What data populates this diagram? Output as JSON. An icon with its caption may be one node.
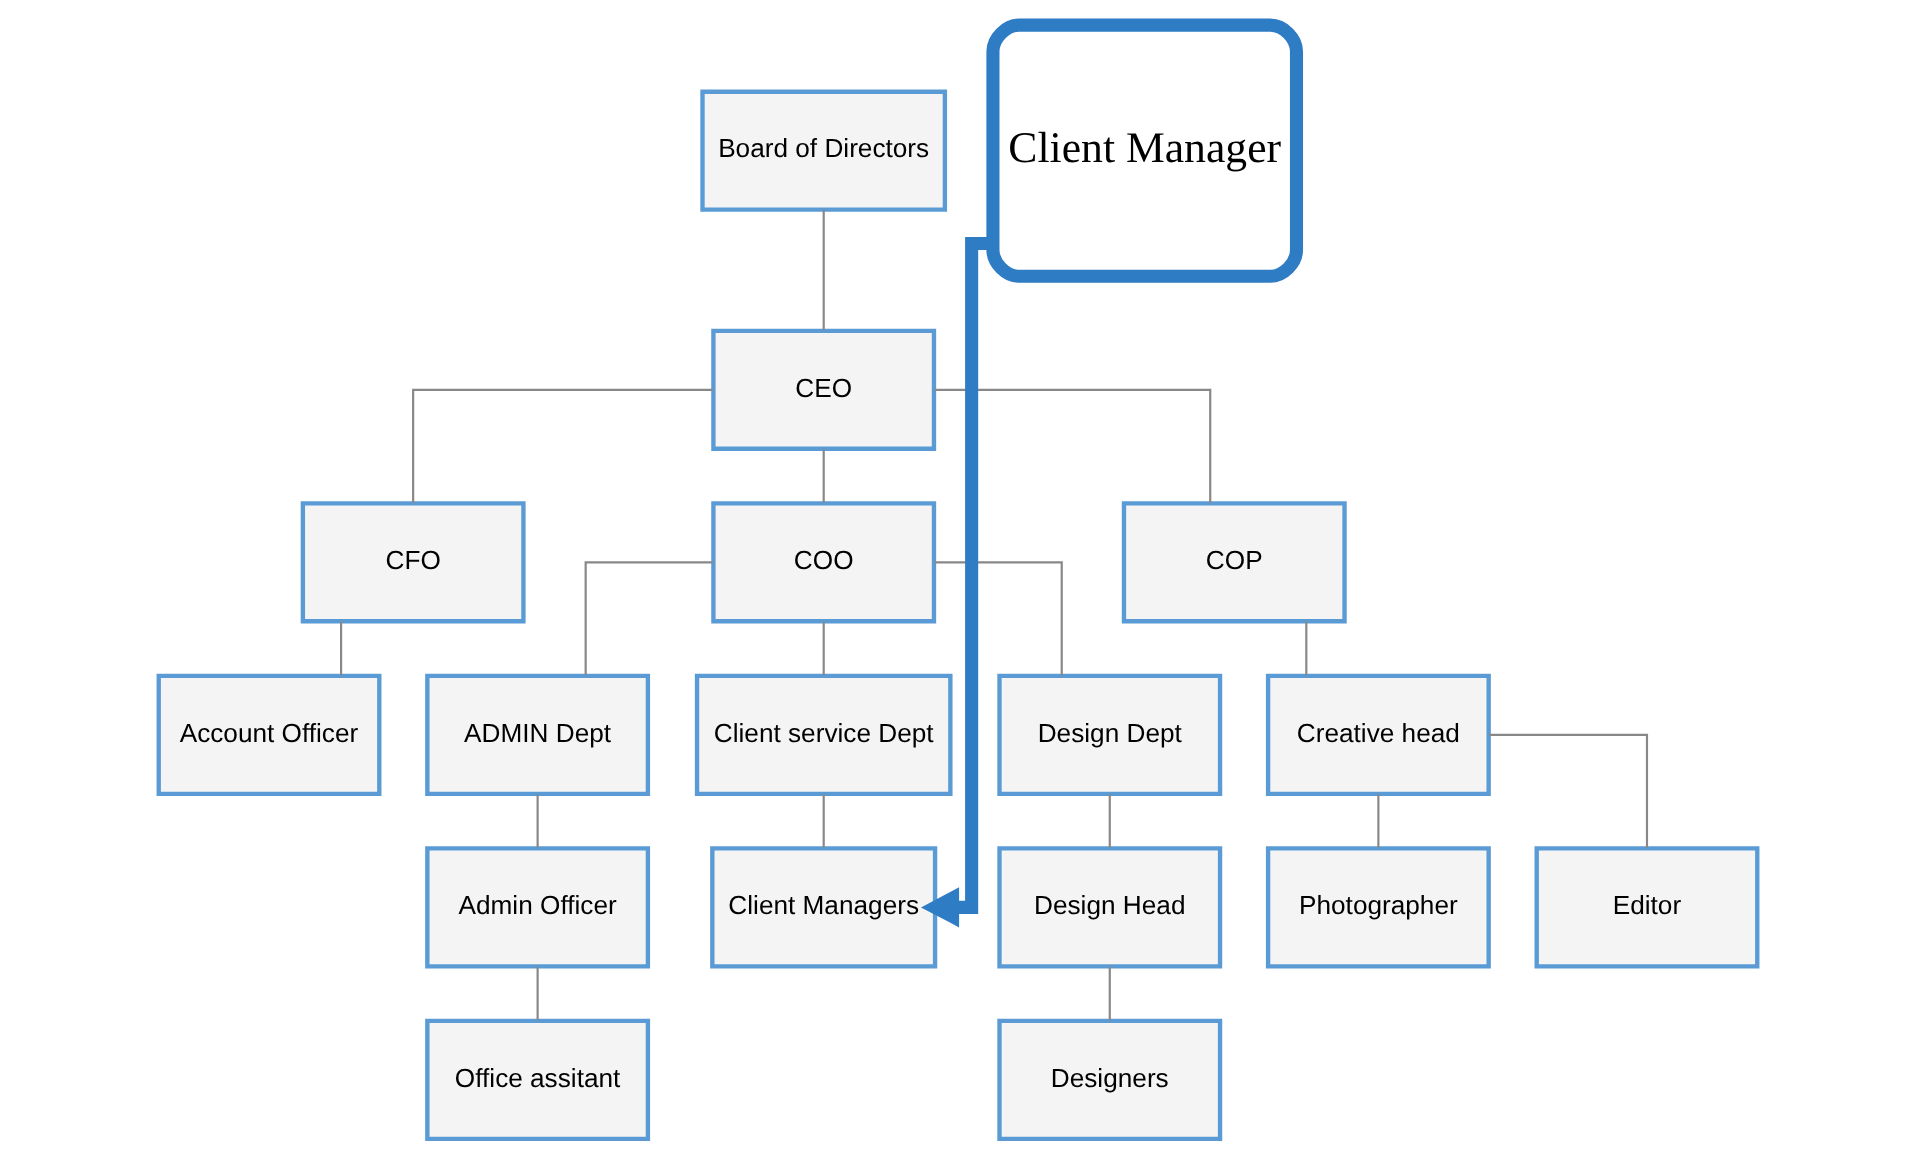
{
  "diagram": {
    "nodes": [
      {
        "text": [
          "Board of Directors"
        ]
      },
      {
        "text": [
          "CEO"
        ]
      },
      {
        "text": [
          "CFO"
        ]
      },
      {
        "text": [
          "COO"
        ]
      },
      {
        "text": [
          "COP"
        ]
      },
      {
        "text": [
          "Account Officer"
        ]
      },
      {
        "text": [
          "ADMIN Dept"
        ]
      },
      {
        "text": [
          "Client service Dept"
        ]
      },
      {
        "text": [
          "Design Dept"
        ]
      },
      {
        "text": [
          "Creative head"
        ]
      },
      {
        "text": [
          "Admin Officer"
        ]
      },
      {
        "text": [
          "Client Managers"
        ]
      },
      {
        "text": [
          "Design Head"
        ]
      },
      {
        "text": [
          "Photographer"
        ]
      },
      {
        "text": [
          "Editor"
        ]
      },
      {
        "text": [
          "Office assitant"
        ]
      },
      {
        "text": [
          "Designers"
        ]
      },
      {
        "text": [
          "Client Manager"
        ]
      }
    ],
    "edges": [
      {
        "from": 0,
        "to": 1,
        "arrow": "none"
      },
      {
        "from": 1,
        "to": 2,
        "arrow": "none"
      },
      {
        "from": 1,
        "to": 3,
        "arrow": "none"
      },
      {
        "from": 1,
        "to": 4,
        "arrow": "none"
      },
      {
        "from": 2,
        "to": 5,
        "arrow": "none"
      },
      {
        "from": 3,
        "to": 6,
        "arrow": "none"
      },
      {
        "from": 3,
        "to": 7,
        "arrow": "none"
      },
      {
        "from": 3,
        "to": 8,
        "arrow": "none"
      },
      {
        "from": 4,
        "to": 9,
        "arrow": "none"
      },
      {
        "from": 6,
        "to": 10,
        "arrow": "none"
      },
      {
        "from": 7,
        "to": 11,
        "arrow": "none"
      },
      {
        "from": 8,
        "to": 12,
        "arrow": "none"
      },
      {
        "from": 9,
        "to": 13,
        "arrow": "none"
      },
      {
        "from": 9,
        "to": 14,
        "arrow": "none"
      },
      {
        "from": 10,
        "to": 15,
        "arrow": "none"
      },
      {
        "from": 12,
        "to": 16,
        "arrow": "none"
      },
      {
        "from": 17,
        "to": 11,
        "arrow": "to",
        "style": "thick",
        "color": "#2e7cc4"
      }
    ]
  }
}
